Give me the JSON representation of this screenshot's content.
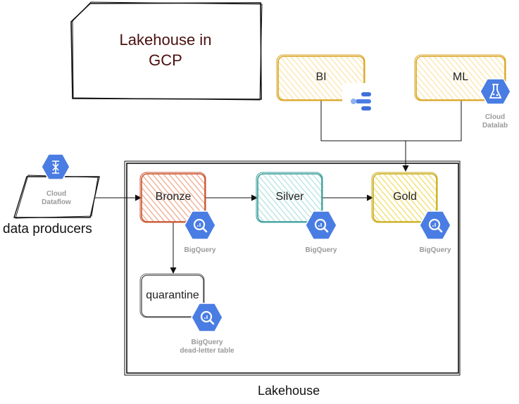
{
  "title": {
    "line1": "Lakehouse in",
    "line2": "GCP"
  },
  "consumers": {
    "bi": "BI",
    "ml": "ML"
  },
  "ml_tool": {
    "line1": "Cloud",
    "line2": "Datalab",
    "icon": "datalab-icon"
  },
  "bi_tool": {
    "icon": "data-studio-icon"
  },
  "ingest": {
    "line1": "Cloud",
    "line2": "Dataflow",
    "icon": "dataflow-icon",
    "source_label": "data producers"
  },
  "layers": {
    "bronze": {
      "label": "Bronze",
      "tool": "BigQuery",
      "color": "#c9522c",
      "fill": "#f0b49c"
    },
    "silver": {
      "label": "Silver",
      "tool": "BigQuery",
      "color": "#3a9e9a",
      "fill": "#bfe6e2"
    },
    "gold": {
      "label": "Gold",
      "tool": "BigQuery",
      "color": "#c9ab1a",
      "fill": "#f3e27a"
    }
  },
  "quarantine": {
    "label": "quarantine",
    "tool_line1": "BigQuery",
    "tool_line2": "dead-letter table"
  },
  "container_label": "Lakehouse",
  "colors": {
    "gcp_blue": "#4a7de3",
    "consumer_border": "#d9a420",
    "consumer_fill": "#fce8b4",
    "title_text": "#4a1010"
  }
}
